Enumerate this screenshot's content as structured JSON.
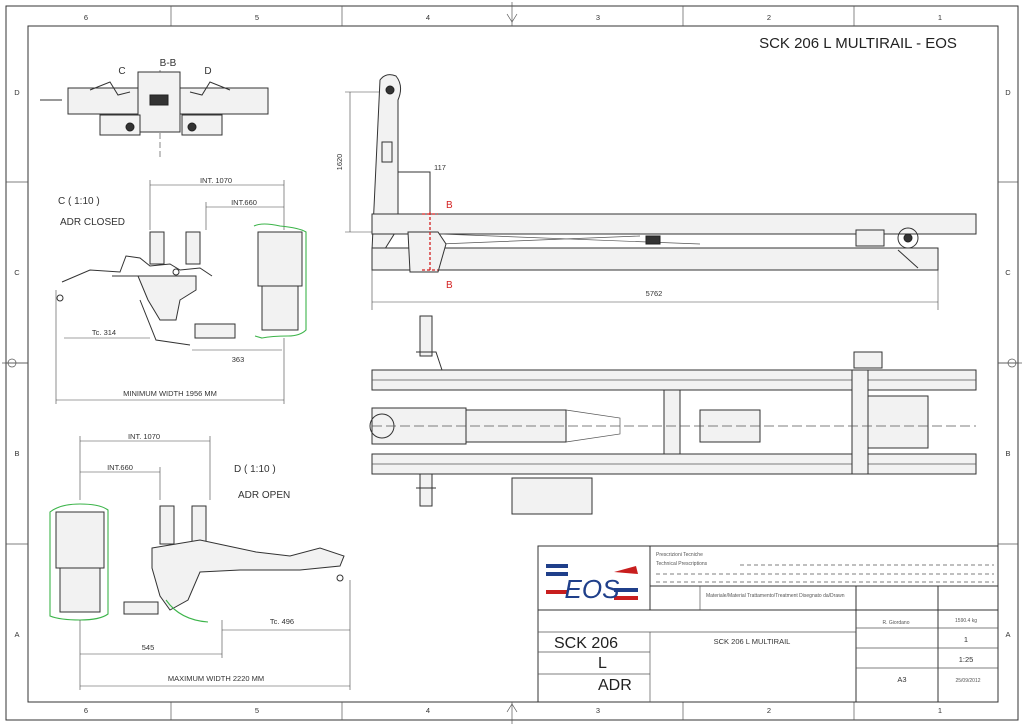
{
  "sheet": {
    "title": "SCK 206 L MULTIRAIL - EOS",
    "grid_cols": [
      "6",
      "5",
      "4",
      "3",
      "2",
      "1"
    ],
    "grid_rows": [
      "D",
      "C",
      "B",
      "A"
    ]
  },
  "section_bb": {
    "label_c": "C",
    "label_bb": "B-B",
    "label_d": "D"
  },
  "detail_c": {
    "title": "C  ( 1:10 )",
    "subtitle": "ADR CLOSED",
    "int1": "INT. 1070",
    "int2": "INT.660",
    "dim_tc": "Tc. 314",
    "dim_363": "363",
    "min_width": "MINIMUM WIDTH 1956 MM"
  },
  "detail_d": {
    "title": "D  ( 1:10 )",
    "subtitle": "ADR OPEN",
    "int1": "INT. 1070",
    "int2": "INT.660",
    "dim_tc": "Tc. 496",
    "dim_545": "545",
    "max_width": "MAXIMUM WIDTH 2220 MM"
  },
  "side_view": {
    "height_dim": "1620",
    "dim_117": "117",
    "length_dim": "5762",
    "section_b_top": "B",
    "section_b_bottom": "B"
  },
  "title_block": {
    "logo_text": "EOS",
    "desc_line1": "Prescrizioni Tecniche",
    "desc_line2": "Technical Prescriptions",
    "code_main": "SCK  206",
    "code_l": "L",
    "code_adr": "ADR",
    "name": "SCK 206 L MULTIRAIL",
    "author": "R. Giordano",
    "weight": "1590.4 kg",
    "sheet_no": "1",
    "scale": "1:25",
    "format": "A3",
    "date": "25/09/2012",
    "small_text": "Materiale/Material  Trattamento/Treatment  Disegnato da/Drawn"
  }
}
